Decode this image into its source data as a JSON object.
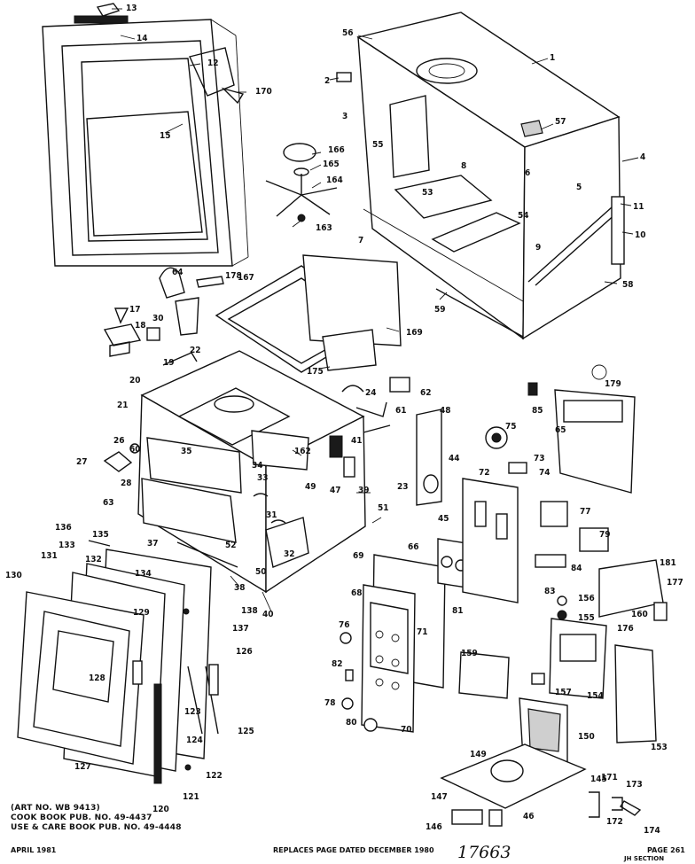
{
  "notes": {
    "art_no": "(ART NO. WB 9413)",
    "cook_book": "COOK BOOK PUB. NO. 49-4437",
    "use_care": "USE & CARE BOOK PUB. NO. 49-4448"
  },
  "footer": {
    "date": "APRIL 1981",
    "replaces": "REPLACES PAGE DATED DECEMBER 1980",
    "handwritten": "17663",
    "page": "PAGE 261",
    "section": "JH SECTION"
  },
  "callouts": [
    "1",
    "2",
    "3",
    "4",
    "5",
    "6",
    "7",
    "8",
    "9",
    "10",
    "11",
    "12",
    "13",
    "14",
    "15",
    "17",
    "18",
    "19",
    "20",
    "21",
    "22",
    "23",
    "24",
    "26",
    "27",
    "28",
    "30",
    "31",
    "32",
    "33",
    "34",
    "35",
    "37",
    "38",
    "39",
    "40",
    "41",
    "44",
    "45",
    "46",
    "47",
    "48",
    "49",
    "50",
    "51",
    "52",
    "53",
    "54",
    "55",
    "56",
    "57",
    "58",
    "59",
    "60",
    "61",
    "62",
    "63",
    "64",
    "65",
    "66",
    "68",
    "69",
    "70",
    "71",
    "72",
    "73",
    "74",
    "75",
    "76",
    "77",
    "78",
    "79",
    "80",
    "81",
    "82",
    "83",
    "84",
    "85",
    "120",
    "121",
    "122",
    "123",
    "124",
    "125",
    "126",
    "127",
    "128",
    "129",
    "130",
    "131",
    "132",
    "133",
    "134",
    "135",
    "136",
    "137",
    "138",
    "145",
    "146",
    "147",
    "149",
    "150",
    "153",
    "154",
    "155",
    "156",
    "157",
    "159",
    "160",
    "162",
    "163",
    "164",
    "165",
    "166",
    "167",
    "169",
    "170",
    "171",
    "172",
    "173",
    "174",
    "175",
    "176",
    "177",
    "178",
    "179",
    "181"
  ]
}
